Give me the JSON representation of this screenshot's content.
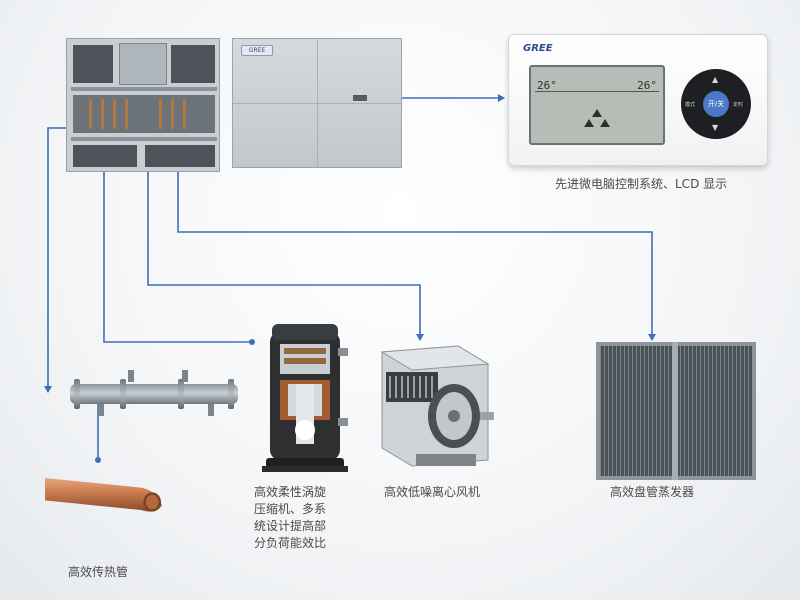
{
  "controller": {
    "brand": "GREE",
    "lcd_left": "26°",
    "lcd_right": "26°",
    "button_center": "开/关",
    "button_left": "模式",
    "button_right": "定时",
    "caption": "先进微电脑控制系统、LCD 显示"
  },
  "components": {
    "heat_pipe_caption": "高效传热管",
    "compressor_caption": "高效柔性涡旋\n压缩机、多系\n统设计提高部\n分负荷能效比",
    "fan_caption": "高效低噪离心风机",
    "evaporator_caption": "高效盘管蒸发器"
  },
  "colors": {
    "connector_line": "#3f6fb5",
    "copper": "#c87a4e",
    "controller_accent": "#4c78c9"
  }
}
